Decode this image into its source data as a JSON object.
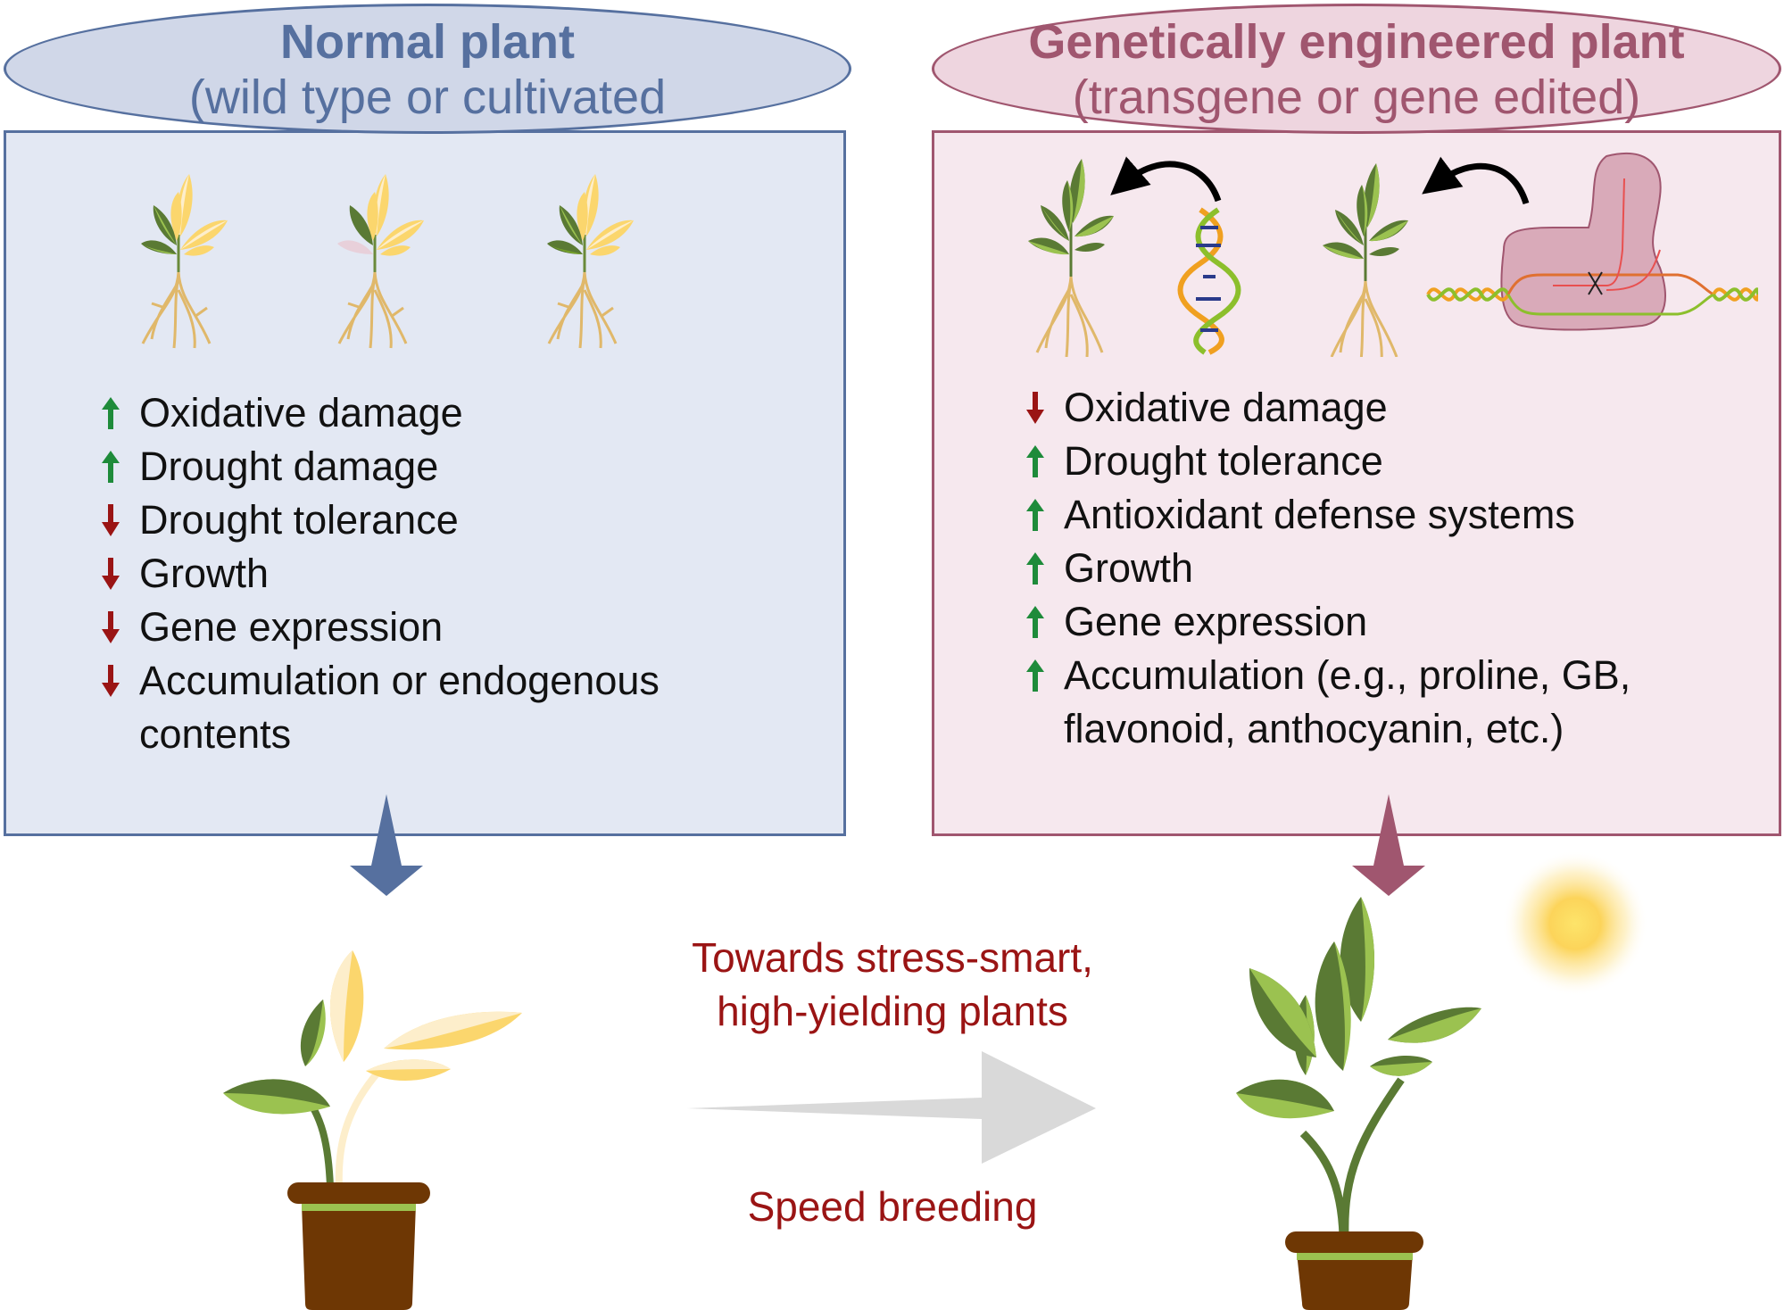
{
  "left_panel": {
    "title": "Normal plant",
    "subtitle": "(wild type or cultivated",
    "accent_color": "#56709f",
    "items": [
      {
        "direction": "up",
        "label": "Oxidative damage"
      },
      {
        "direction": "up",
        "label": "Drought damage"
      },
      {
        "direction": "down",
        "label": "Drought tolerance"
      },
      {
        "direction": "down",
        "label": "Growth"
      },
      {
        "direction": "down",
        "label": "Gene expression"
      },
      {
        "direction": "down",
        "label": "Accumulation or endogenous contents"
      }
    ]
  },
  "right_panel": {
    "title": "Genetically engineered plant",
    "subtitle": "(transgene or gene edited)",
    "accent_color": "#a0566f",
    "items": [
      {
        "direction": "down",
        "label": "Oxidative damage"
      },
      {
        "direction": "up",
        "label": "Drought tolerance"
      },
      {
        "direction": "up",
        "label": "Antioxidant defense systems"
      },
      {
        "direction": "up",
        "label": "Growth"
      },
      {
        "direction": "up",
        "label": "Gene expression"
      },
      {
        "direction": "up",
        "label": "Accumulation (e.g., proline, GB, flavonoid, anthocyanin, etc.)"
      }
    ]
  },
  "center": {
    "headline_line1": "Towards stress-smart,",
    "headline_line2": "high-yielding plants",
    "caption": "Speed breeding"
  },
  "colors": {
    "up_arrow": "#1e8b3a",
    "down_arrow": "#9a1414",
    "text_accent": "#9a1414",
    "pot": "#6e3704",
    "leaf_dark": "#5a7a34",
    "leaf_light": "#9bc250",
    "leaf_wilted": "#fbd66d",
    "leaf_wilted_light": "#fdeecb"
  }
}
